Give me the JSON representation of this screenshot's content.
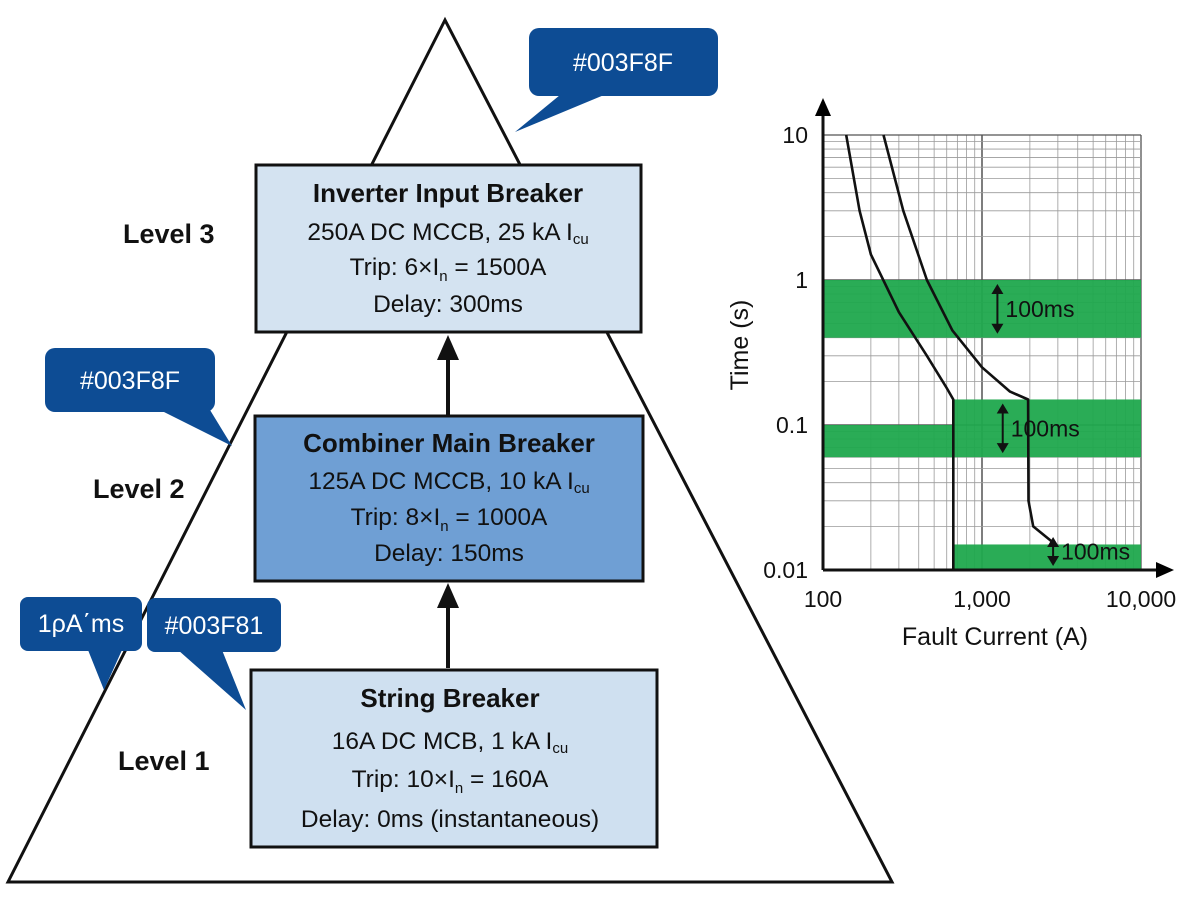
{
  "levels": {
    "level3": "Level 3",
    "level2": "Level 2",
    "level1": "Level 1"
  },
  "boxes": {
    "inverter": {
      "title": "Inverter Input Breaker",
      "rating_main": "250A DC MCCB, 25 kA I",
      "rating_sub": "cu",
      "trip_main": "Trip: 6×I",
      "trip_sub": "n",
      "trip_tail": " = 1500A",
      "delay": "Delay: 300ms",
      "fill": "#d4e3f1"
    },
    "combiner": {
      "title": "Combiner Main Breaker",
      "rating_main": "125A DC MCCB, 10 kA I",
      "rating_sub": "cu",
      "trip_main": "Trip: 8×I",
      "trip_sub": "n",
      "trip_tail": " = 1000A",
      "delay": "Delay: 150ms",
      "fill": "#6f9fd4"
    },
    "string": {
      "title": "String Breaker",
      "rating_main": "16A DC MCB, 1 kA I",
      "rating_sub": "cu",
      "trip_main": "Trip: 10×I",
      "trip_sub": "n",
      "trip_tail": " = 160A",
      "delay": "Delay: 0ms (instantaneous)",
      "fill": "#cfe0f0"
    }
  },
  "callouts": {
    "top": "#003F8F",
    "middle": "#003F8F",
    "left_small": "1ρA΄ms",
    "bottom": "#003F81",
    "fill": "#0d4c94"
  },
  "chart_data": {
    "type": "line",
    "xscale": "log",
    "yscale": "log",
    "xlim": [
      100,
      10000
    ],
    "ylim": [
      0.01,
      10
    ],
    "xlabel": "Fault Current (A)",
    "ylabel": "Time (s)",
    "xticks": [
      100,
      1000,
      10000
    ],
    "xtick_labels": [
      "100",
      "1,000",
      "10,000"
    ],
    "yticks": [
      0.01,
      0.1,
      1,
      10
    ],
    "ytick_labels": [
      "0.01",
      "0.1",
      "1",
      "10"
    ],
    "grid": true,
    "band_color": "#1fa84d",
    "bands": [
      {
        "label": "100ms",
        "y_range": [
          0.4,
          1.0
        ],
        "x_range": [
          100,
          10000
        ]
      },
      {
        "label": "100ms",
        "y_range": [
          0.06,
          0.1
        ],
        "x_range": [
          100,
          10000
        ]
      },
      {
        "label": "100ms",
        "y_range": [
          0.1,
          0.15
        ],
        "x_range": [
          650,
          10000
        ]
      },
      {
        "label": "100ms",
        "y_range": [
          0.01,
          0.015
        ],
        "x_range": [
          650,
          10000
        ]
      }
    ],
    "band_labels": [
      {
        "label": "100ms",
        "y_range": [
          0.4,
          1.0
        ],
        "x": 1250
      },
      {
        "label": "100ms",
        "y_range": [
          0.06,
          0.15
        ],
        "x": 1350
      },
      {
        "label": "100ms",
        "y_range": [
          0.01,
          0.018
        ],
        "x": 2800
      }
    ],
    "series": [
      {
        "points": [
          [
            140,
            10
          ],
          [
            170,
            3
          ],
          [
            200,
            1.5
          ],
          [
            300,
            0.6
          ],
          [
            450,
            0.3
          ],
          [
            600,
            0.18
          ],
          [
            660,
            0.15
          ],
          [
            660,
            0.01
          ]
        ]
      },
      {
        "points": [
          [
            240,
            10
          ],
          [
            320,
            3
          ],
          [
            450,
            1
          ],
          [
            650,
            0.45
          ],
          [
            1000,
            0.25
          ],
          [
            1500,
            0.17
          ],
          [
            1950,
            0.15
          ],
          [
            1960,
            0.03
          ],
          [
            2100,
            0.02
          ],
          [
            2900,
            0.015
          ]
        ]
      }
    ]
  }
}
